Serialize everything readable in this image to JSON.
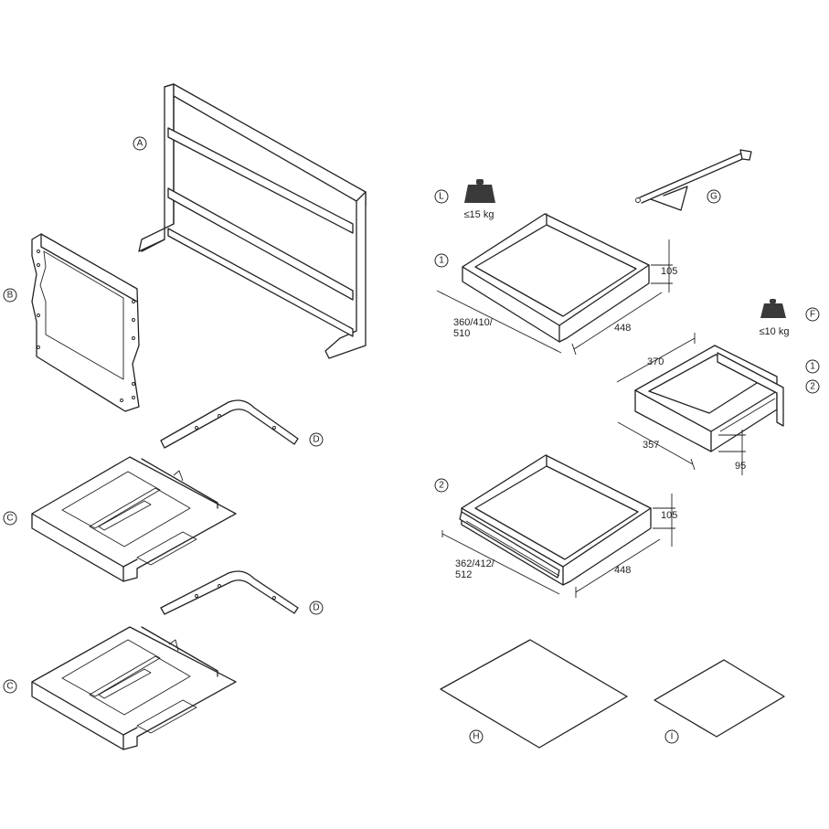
{
  "labels": {
    "A": "A",
    "B": "B",
    "C": "C",
    "D": "D",
    "F": "F",
    "G": "G",
    "H": "H",
    "I": "I",
    "L": "L",
    "one": "1",
    "two": "2"
  },
  "weights": {
    "large": "≤15 kg",
    "small": "≤10 kg"
  },
  "drawer1": {
    "height": "105",
    "depth": "448",
    "width_line1": "360/410/",
    "width_line2": "510"
  },
  "drawer2": {
    "height": "105",
    "depth": "448",
    "width_line1": "362/412/",
    "width_line2": "512"
  },
  "drawer_small": {
    "width": "370",
    "depth": "357",
    "height": "95"
  }
}
